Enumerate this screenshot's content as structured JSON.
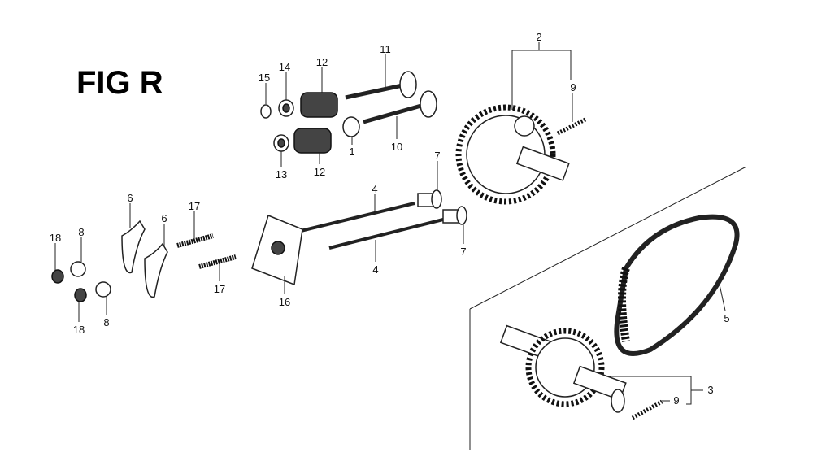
{
  "figure": {
    "title": "FIG R",
    "callouts": {
      "c15": "15",
      "c14": "14",
      "c12a": "12",
      "c11": "11",
      "c2": "2",
      "c9a": "9",
      "c13": "13",
      "c12b": "12",
      "c1": "1",
      "c10": "10",
      "c7a": "7",
      "c4a": "4",
      "c7b": "7",
      "c4b": "4",
      "c6a": "6",
      "c6b": "6",
      "c17a": "17",
      "c8a": "8",
      "c18a": "18",
      "c17b": "17",
      "c16": "16",
      "c18b": "18",
      "c8b": "8",
      "c5": "5",
      "c3": "3",
      "c9b": "9"
    }
  }
}
